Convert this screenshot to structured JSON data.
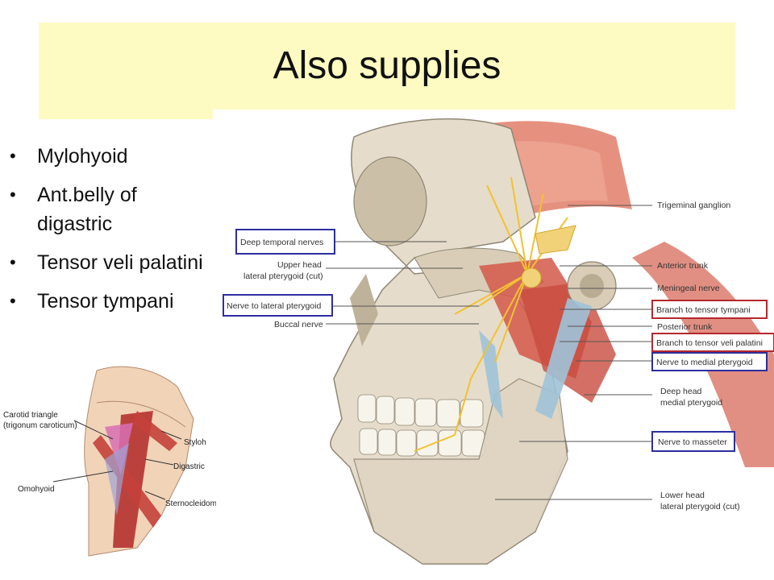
{
  "title": "Also supplies",
  "bullets": [
    "Mylohyoid",
    "Ant.belly of digastric",
    "Tensor veli palatini",
    "Tensor tympani"
  ],
  "main_figure": {
    "labels_left": {
      "deep_temporal": "Deep temporal nerves",
      "upper_head_1": "Upper head",
      "upper_head_2": "lateral pterygoid (cut)",
      "nerve_lat_pter": "Nerve to lateral pterygoid",
      "buccal": "Buccal nerve"
    },
    "labels_right": {
      "trigeminal": "Trigeminal ganglion",
      "anterior_trunk": "Anterior trunk",
      "meningeal": "Meningeal nerve",
      "branch_tympani": "Branch to tensor tympani",
      "posterior_trunk": "Posterior trunk",
      "branch_veli": "Branch to tensor veli palatini",
      "nerve_medial": "Nerve to medial pterygoid",
      "deep_head_1": "Deep head",
      "deep_head_2": "medial pterygoid",
      "nerve_masseter": "Nerve to masseter",
      "lower_head_1": "Lower head",
      "lower_head_2": "lateral pterygoid (cut)"
    },
    "highlight_colors": {
      "blue": "#2c2f9e",
      "red": "#b5272d"
    }
  },
  "neck_figure": {
    "labels": {
      "carotid_1": "Carotid triangle",
      "carotid_2": "(trigonum caroticum)",
      "stylohyoid": "Styloh",
      "digastric": "Digastric",
      "omohyoid": "Omohyoid",
      "sternocleido": "Sternocleidoma"
    }
  },
  "colors": {
    "title_band": "#fdfbc2",
    "muscle": "#d4584a",
    "bone": "#e6dccb",
    "nerve": "#f2c230"
  }
}
